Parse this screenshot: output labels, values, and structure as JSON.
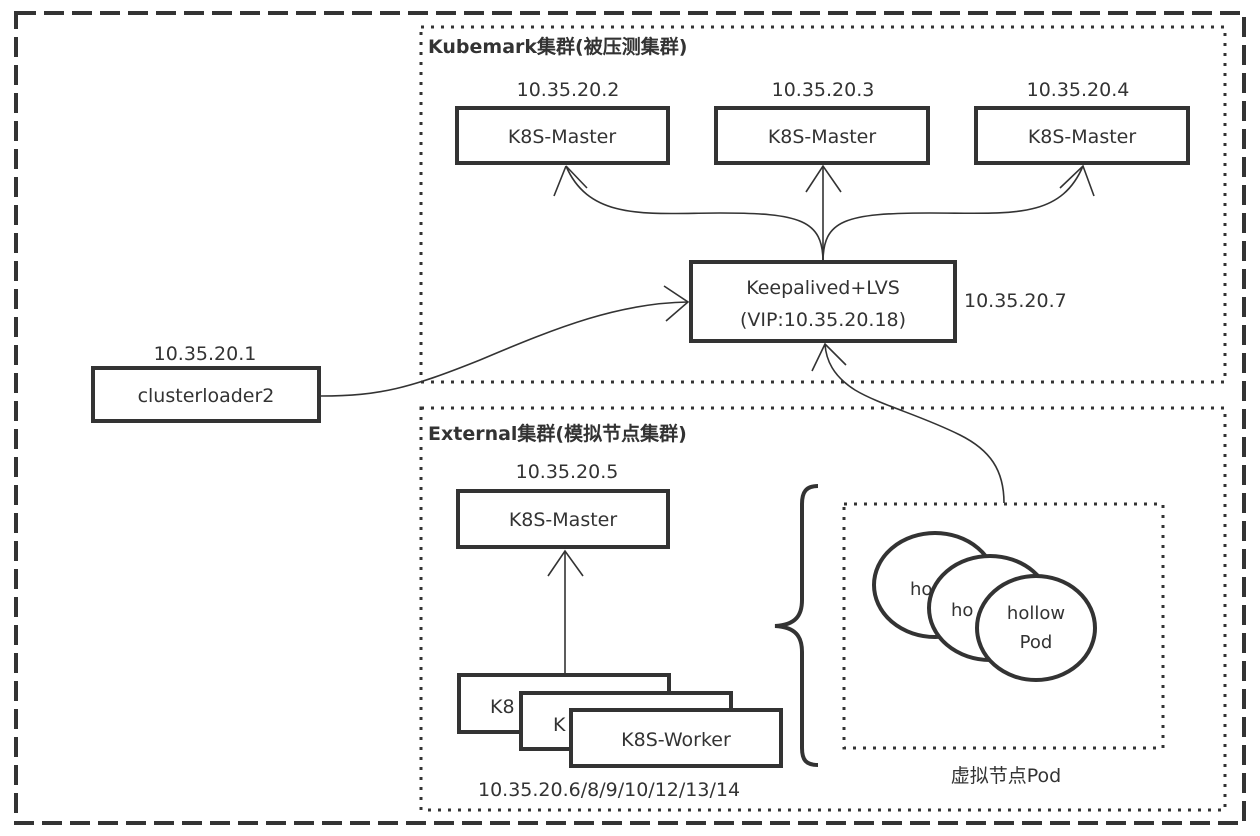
{
  "diagram": {
    "kubemark_cluster": {
      "title": "Kubemark集群(被压测集群)",
      "masters": [
        {
          "ip": "10.35.20.2",
          "label": "K8S-Master"
        },
        {
          "ip": "10.35.20.3",
          "label": "K8S-Master"
        },
        {
          "ip": "10.35.20.4",
          "label": "K8S-Master"
        }
      ],
      "load_balancer": {
        "label_line1": "Keepalived+LVS",
        "label_line2": "(VIP:10.35.20.18)",
        "ip": "10.35.20.7"
      }
    },
    "client": {
      "ip": "10.35.20.1",
      "label": "clusterloader2"
    },
    "external_cluster": {
      "title": "External集群(模拟节点集群)",
      "master": {
        "ip": "10.35.20.5",
        "label": "K8S-Master"
      },
      "workers": {
        "labels": [
          "K8",
          "K",
          "K8S-Worker"
        ],
        "ips": "10.35.20.6/8/9/10/12/13/14"
      },
      "hollow_pods": {
        "labels": [
          "ho",
          "ho",
          "hollow",
          "Pod"
        ],
        "caption": "虚拟节点Pod"
      }
    },
    "edges": [
      {
        "from": "client",
        "to": "load_balancer"
      },
      {
        "from": "load_balancer",
        "to": "master-1"
      },
      {
        "from": "load_balancer",
        "to": "master-2"
      },
      {
        "from": "load_balancer",
        "to": "master-3"
      },
      {
        "from": "hollow_pods",
        "to": "load_balancer"
      },
      {
        "from": "workers",
        "to": "external-master"
      }
    ],
    "colors": {
      "stroke": "#333333",
      "background": "#ffffff"
    }
  }
}
